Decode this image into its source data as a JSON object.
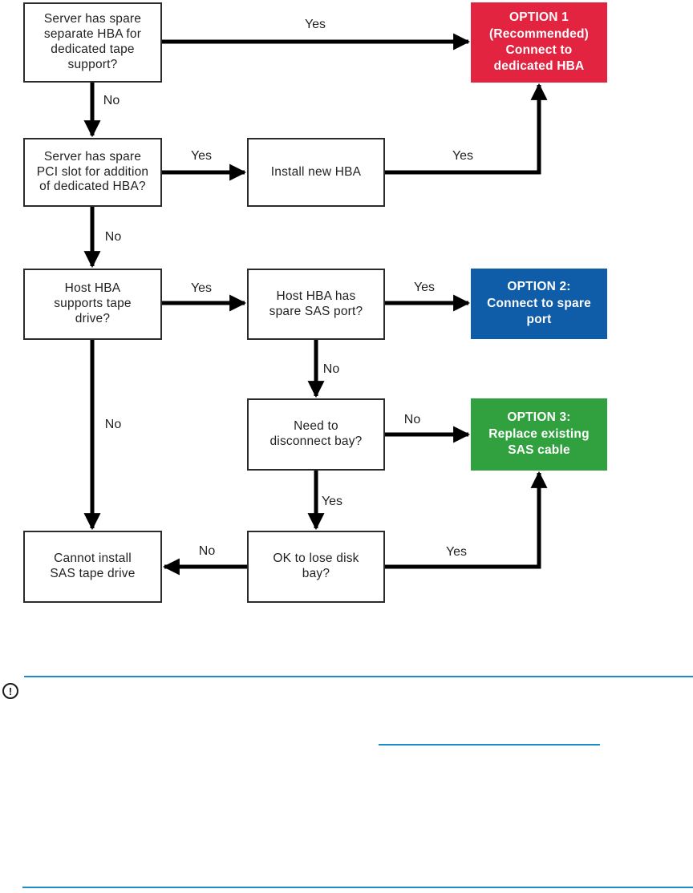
{
  "flowchart": {
    "nodes": {
      "q_spare_hba": {
        "label": "Server has spare separate HBA for dedicated tape support?",
        "lines": [
          "Server has spare",
          "separate HBA for",
          "dedicated tape",
          "support?"
        ]
      },
      "q_pci_slot": {
        "label": "Server has spare PCI slot for addition of dedicated HBA?",
        "lines": [
          "Server has spare",
          "PCI slot for addition",
          "of dedicated HBA?"
        ]
      },
      "install_hba": {
        "label": "Install new HBA",
        "lines": [
          "Install new HBA"
        ]
      },
      "q_supports_tape": {
        "label": "Host HBA supports tape drive?",
        "lines": [
          "Host HBA",
          "supports tape",
          "drive?"
        ]
      },
      "q_spare_port": {
        "label": "Host HBA has spare SAS port?",
        "lines": [
          "Host HBA has",
          "spare SAS port?"
        ]
      },
      "q_disconnect_bay": {
        "label": "Need to disconnect bay?",
        "lines": [
          "Need to",
          "disconnect bay?"
        ]
      },
      "cannot_install": {
        "label": "Cannot install SAS tape drive",
        "lines": [
          "Cannot install",
          "SAS tape drive"
        ]
      },
      "q_lose_bay": {
        "label": "OK to lose disk bay?",
        "lines": [
          "OK to lose disk",
          "bay?"
        ]
      },
      "option1": {
        "label": "OPTION 1 (Recommended) Connect to dedicated HBA",
        "lines": [
          "OPTION 1",
          "(Recommended)",
          "Connect to",
          "dedicated HBA"
        ],
        "color": "#e32440"
      },
      "option2": {
        "label": "OPTION 2: Connect to spare port",
        "lines": [
          "OPTION 2:",
          "Connect to spare",
          "port"
        ],
        "color": "#0f5ca8"
      },
      "option3": {
        "label": "OPTION 3: Replace existing SAS cable",
        "lines": [
          "OPTION 3:",
          "Replace existing",
          "SAS cable"
        ],
        "color": "#31a13f"
      }
    },
    "edge_labels": {
      "e1": "Yes",
      "e2": "No",
      "e3": "Yes",
      "e4": "Yes",
      "e5": "No",
      "e6": "Yes",
      "e7": "Yes",
      "e8": "No",
      "e9": "No",
      "e10": "No",
      "e11": "Yes",
      "e12": "No",
      "e13": "Yes"
    },
    "line_color": "#000000"
  },
  "footer": {
    "important_icon_glyph": "!",
    "rule_color": "#1a8cc9"
  }
}
